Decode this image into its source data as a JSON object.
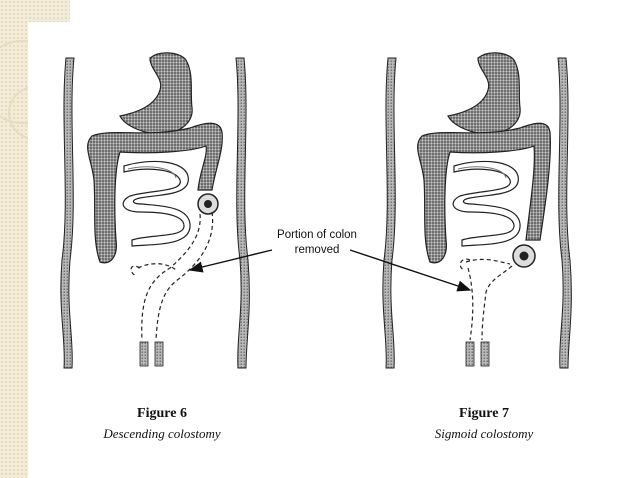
{
  "callout": {
    "line1": "Portion of colon",
    "line2": "removed"
  },
  "figures": [
    {
      "title": "Figure 6",
      "subtitle": "Descending colostomy"
    },
    {
      "title": "Figure 7",
      "subtitle": "Sigmoid colostomy"
    }
  ],
  "colors": {
    "stipple_dark": "#6e6e6e",
    "outline": "#222222",
    "background_pattern": "#f3ecd8"
  }
}
